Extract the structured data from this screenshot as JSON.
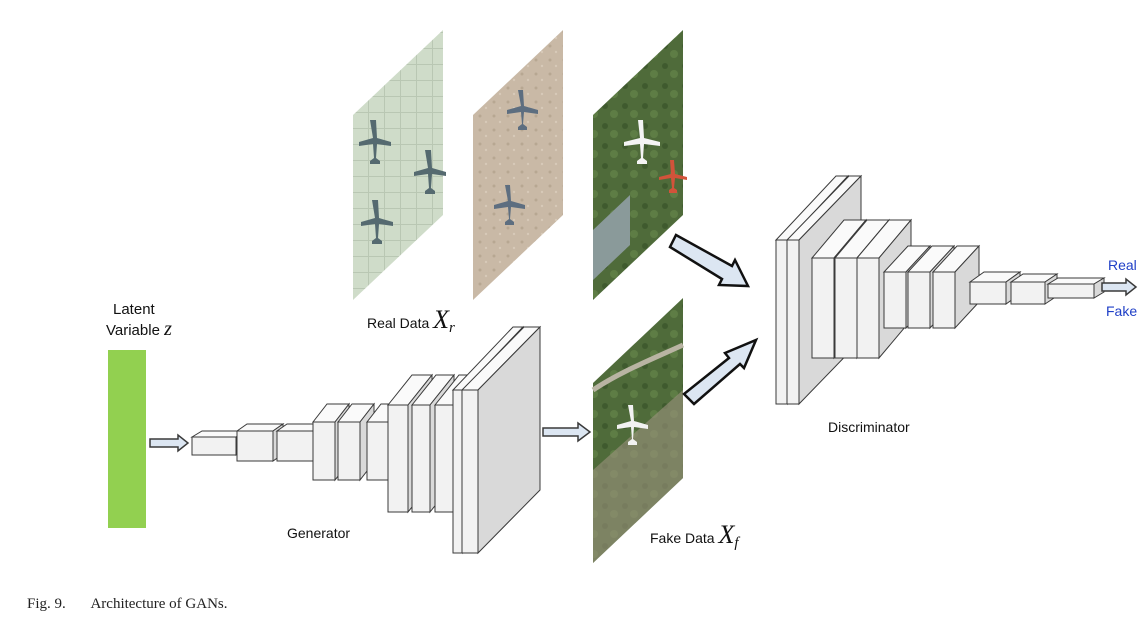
{
  "latent": {
    "label_line1": "Latent",
    "label_line2": "Variable",
    "symbol": "z",
    "color": "#92d050"
  },
  "real_data": {
    "label": "Real Data",
    "symbol": "X",
    "subscript": "r"
  },
  "fake_data": {
    "label": "Fake Data",
    "symbol": "X",
    "subscript": "f"
  },
  "generator": {
    "label": "Generator"
  },
  "discriminator": {
    "label": "Discriminator"
  },
  "outputs": {
    "real": "Real",
    "fake": "Fake",
    "color": "#1f3fc7"
  },
  "caption": {
    "number": "Fig. 9.",
    "text": "Architecture of GANs."
  },
  "colors": {
    "block_face": "#f2f2f2",
    "block_side": "#d9d9d9",
    "block_top": "#fafafa",
    "arrow_fill": "#dce6f2",
    "outline": "#3a3a3a"
  }
}
